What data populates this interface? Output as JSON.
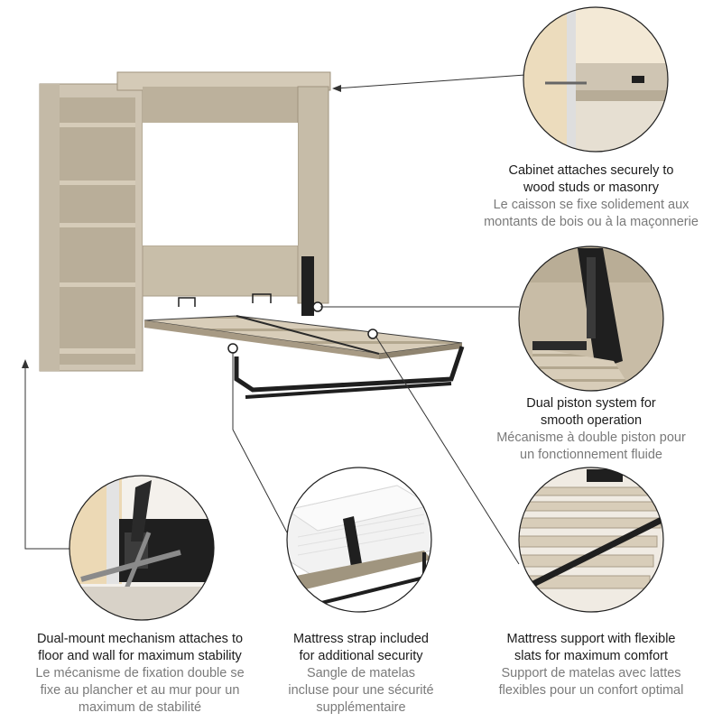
{
  "colors": {
    "wood": "#c9bfae",
    "wood_dark": "#a89c88",
    "metal": "#1f1f1f",
    "leader_line": "#333333",
    "text_en": "#1b1b1b",
    "text_fr": "#7a7a7a"
  },
  "features": {
    "cabinet": {
      "en": "Cabinet attaches securely to\nwood studs or masonry",
      "fr": "Le caisson se fixe solidement aux\nmontants de bois ou à la maçonnerie"
    },
    "piston": {
      "en": "Dual piston system for\nsmooth operation",
      "fr": "Mécanisme à double piston pour\nun fonctionnement fluide"
    },
    "mount": {
      "en": "Dual-mount mechanism attaches to\nfloor and wall for maximum stability",
      "fr": "Le mécanisme de fixation double se\nfixe au plancher et au mur pour un\nmaximum de stabilité"
    },
    "strap": {
      "en": "Mattress strap included\nfor additional security",
      "fr": "Sangle de matelas\nincluse pour une sécurité\nsupplémentaire"
    },
    "slats": {
      "en": "Mattress support with flexible\nslats for maximum comfort",
      "fr": "Support de matelas avec lattes\nflexibles pour un confort optimal"
    }
  }
}
